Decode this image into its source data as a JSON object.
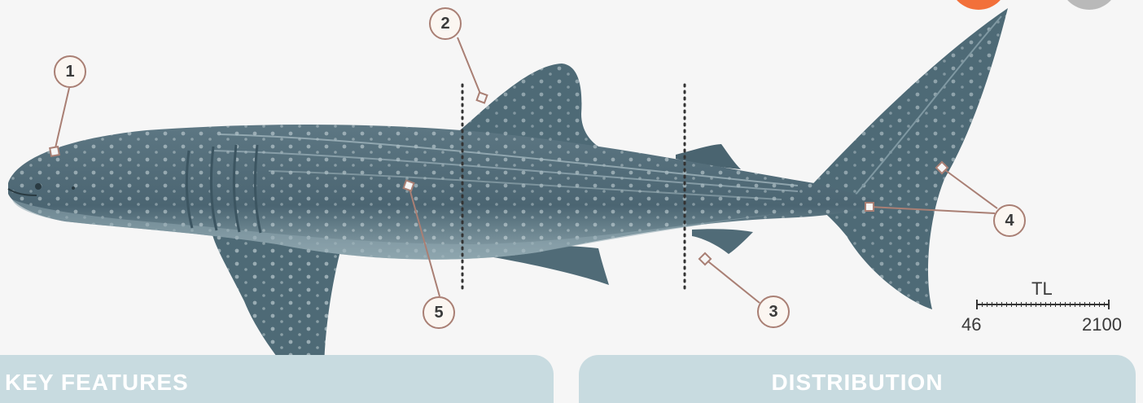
{
  "callouts": [
    {
      "number": "1"
    },
    {
      "number": "2"
    },
    {
      "number": "3"
    },
    {
      "number": "4"
    },
    {
      "number": "5"
    }
  ],
  "scale": {
    "label": "TL",
    "min": "46",
    "max": "2100"
  },
  "tabs": {
    "key_features": "KEY FEATURES",
    "distribution": "DISTRIBUTION"
  },
  "colors": {
    "body": "#4e6a76",
    "belly": "#8ea6ae",
    "spots": "#dde8ea",
    "callout_border": "#a97f74",
    "tab_bg": "#c8dbe0",
    "corner_orange": "#f2703a",
    "corner_gray": "#b9b9b9"
  }
}
